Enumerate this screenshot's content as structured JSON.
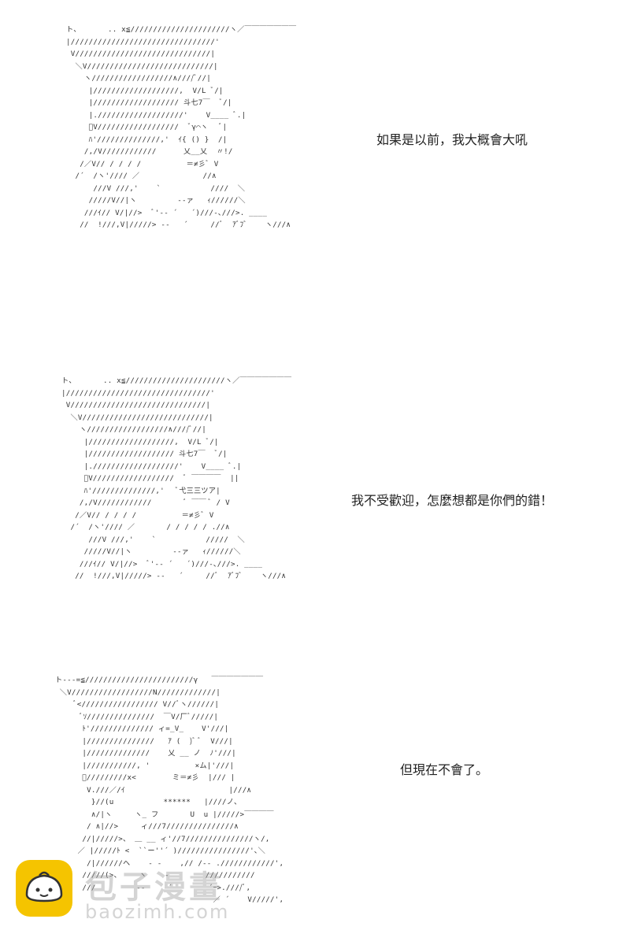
{
  "panels": [
    {
      "caption": "如果是以前，我大概會大吼",
      "art": "ト、      .. x≦//////////////////////ヽ／￣￣￣￣￣￣￣\n|////////////////////////////////'\n V//////////////////////////////|\n  ＼V////////////////////////////|\n    ヽ//////////////////∧////ﾞ//|\n     |///////////////////,  V/L ﾞ/|\n     |/////////////////// 斗七7￣  ﾞ/|\n     |.///////////////////'    V____ ﾞ.|\n     ﾞV//////////////////  ﾞγ⌒ヽ   ﾞ|\n     ﾊ'//////////////,'  ｲ{ () }  /|\n    /,/V////////////      乂__乂  〃!/\n   /／V// / / / /          ＝≠彡ﾞ V\n  /´  /ヽ'//// ／              //∧\n      ///V ///,'    `           ////  ＼\n     /////V//|ヽ         ‐‐ァ   ｨ//////＼\n    ///ｲ// V/|//>  ﾞ'-- ´   ´)///-､///>. ____\n   //  !///,V|/////> --   ´     //ﾞ  ｱﾞﾌﾞ    ヽ///∧"
    },
    {
      "caption": "我不受歡迎，怎麼想都是你們的錯！",
      "art": "ト、      .. x≦//////////////////////ヽ／￣￣￣￣￣￣￣\n|////////////////////////////////'\n V//////////////////////////////|\n  ＼V////////////////////////////|\n    ヽ//////////////////∧////ﾞ//|\n     |///////////////////,  V/L ﾞ/|\n     |/////////////////// 斗七7￣  ﾞ/|\n     |.///////////////////'    V____ ﾞ.|\n     ﾞV//////////////////  ﾞ ￣￣￣￣  ||\n     ﾊ'//////////////,'   ﾞ弋三三ツア|\n    /,/V////////////       ﾞ ￣￣ ﾞ / V\n   /／V// / / / /          ＝≠彡ﾞ V\n  /´  /ヽ'//// ／       / / / / / .//∧\n      ///V ///,'    `           /////  ＼\n     /////V//|ヽ         ‐‐ァ   ｨ//////＼\n    ///ｲ// V/|//>  ﾞ'-- ´   ´)///-､///>. ____\n   //  !///,V|/////> --   ´     //ﾞ  ｱﾞﾌﾞ    ヽ///∧"
    },
    {
      "caption": "但現在不會了。",
      "art": "ト---=≦////////////////////////γ   ￣￣￣￣￣￣￣\n ＼V//////////////////N/////////////|\n    ﾞ<///////////////// V//ﾞヽ//////|\n      ﾞｿ///////////////  ￣V/厂ﾞ/////|\n      ﾄ'////////////// ィ=_V_    V'///|\n      |///////////////   ｱ (  )ﾞ ﾞ  V///|\n      |//////////////    乂 __ ノ  ﾉ'///|\n      |///////////, '          ×ム|'///|\n      ﾞ/////////x<        ミ＝≠彡  |/// |\n       V.///／/ｲ                       |///∧\n        }//(u           ******   |////ノ、\n        ∧/|ヽ     ヽ_ フ       U  u |/////>￣￣￣￣\n       / ∧|//>     ィ///7///////////////∧\n      //|/////>、 ＿ __ ィ'//7///////////////ヽ/,\n     ／ |/////ﾄ <  ``ー''´ )////////////////'､＼\n       /|//////ヘ    ‐ ‐    ,// /‐‐ .////////////',\n      /////(>、    ヽ    ‐        ///////////\n      ///         ‐‐     ´        ´ｰ>.////ﾞ,\n                                   ／ ´    V/////',"
    }
  ],
  "watermark": {
    "text": "包子漫畫",
    "url": "baozimh.com",
    "logo_icon": "bun-logo-icon",
    "logo_color": "#f5c400"
  }
}
